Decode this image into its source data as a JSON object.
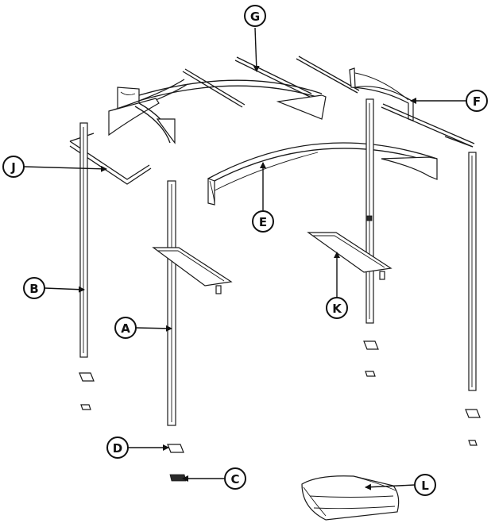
{
  "diagram": {
    "callouts": [
      {
        "id": "G",
        "label": "G"
      },
      {
        "id": "F",
        "label": "F"
      },
      {
        "id": "J",
        "label": "J"
      },
      {
        "id": "E",
        "label": "E"
      },
      {
        "id": "B",
        "label": "B"
      },
      {
        "id": "K",
        "label": "K"
      },
      {
        "id": "A",
        "label": "A"
      },
      {
        "id": "D",
        "label": "D"
      },
      {
        "id": "C",
        "label": "C"
      },
      {
        "id": "L",
        "label": "L"
      }
    ]
  }
}
